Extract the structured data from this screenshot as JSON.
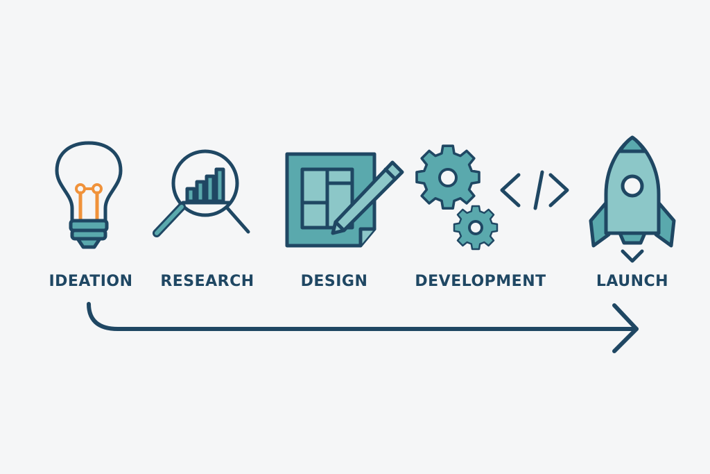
{
  "diagram": {
    "stages": [
      {
        "id": "ideation",
        "label": "IDEATION",
        "icon": "lightbulb-icon"
      },
      {
        "id": "research",
        "label": "RESEARCH",
        "icon": "magnifier-chart-icon"
      },
      {
        "id": "design",
        "label": "DESIGN",
        "icon": "blueprint-pencil-icon"
      },
      {
        "id": "development",
        "label": "DEVELOPMENT",
        "icon": "gears-code-icon"
      },
      {
        "id": "launch",
        "label": "LAUNCH",
        "icon": "rocket-icon"
      }
    ],
    "flow": {
      "direction": "left-to-right",
      "connector": "progress-arrow"
    },
    "colors": {
      "background": "#f5f6f7",
      "outline": "#1f4763",
      "teal": "#5aa9ad",
      "teal_light": "#8cc7c8",
      "orange": "#f0923a"
    }
  }
}
